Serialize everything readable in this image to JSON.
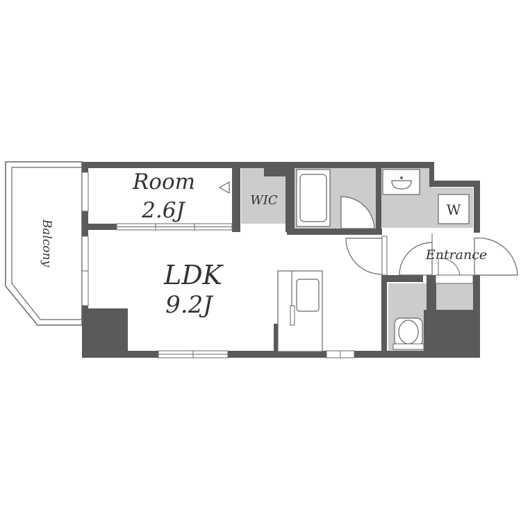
{
  "rooms": {
    "room": {
      "name": "Room",
      "size": "2.6J"
    },
    "wic": {
      "name": "WIC"
    },
    "ldk": {
      "name": "LDK",
      "size": "9.2J"
    },
    "entrance": {
      "name": "Entrance"
    },
    "balcony": {
      "name": "Balcony"
    },
    "washer": {
      "name": "W"
    }
  },
  "colors": {
    "wall": "#5a5a5a",
    "fixture_fill": "#cccccc",
    "line": "#666666",
    "background": "#ffffff"
  }
}
